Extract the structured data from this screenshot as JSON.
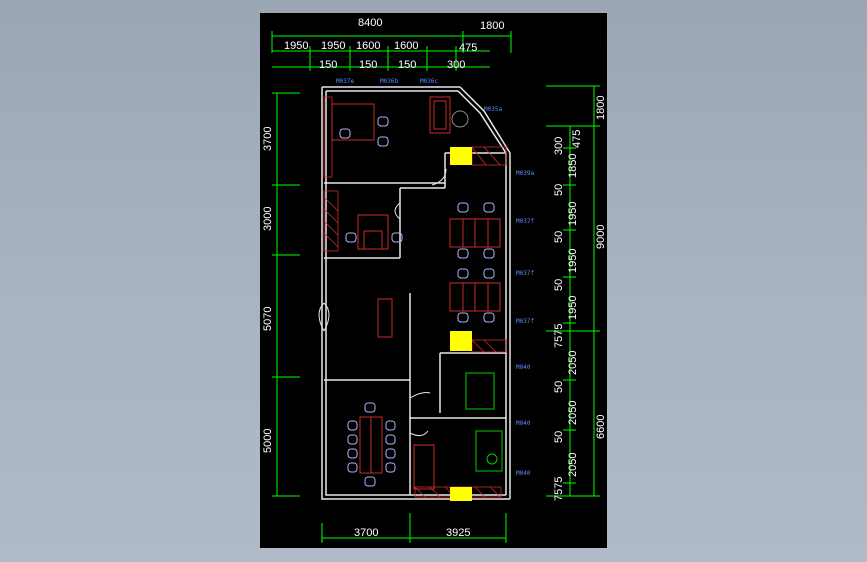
{
  "colors": {
    "background": "#a8b2bf",
    "sheet": "#000000",
    "wall": "#e8e8e8",
    "dimension_line": "#00ff00",
    "furniture": "#cc2a2a",
    "chair": "#a8b4ff",
    "label": "#5b8cff",
    "door": "#ffff00",
    "green_furniture": "#00cc00"
  },
  "dims": {
    "top_total": "8400",
    "top_right": "1800",
    "top_row": [
      "1950",
      "1950",
      "1600",
      "1600",
      "475"
    ],
    "top_small": [
      "150",
      "150",
      "150",
      "300"
    ],
    "left": [
      "3700",
      "3000",
      "5070",
      "5000"
    ],
    "right_inner": [
      "300",
      "1850",
      "50",
      "1950",
      "50",
      "1950",
      "50",
      "1950",
      "7575",
      "2050",
      "50",
      "2050",
      "50",
      "2050",
      "7575"
    ],
    "right_inner_small": [
      "475"
    ],
    "right_outer": [
      "1800",
      "9000",
      "6600"
    ],
    "bottom": [
      "3700",
      "3925"
    ]
  },
  "labels": {
    "window_top": [
      "M037e",
      "M036b",
      "M036c"
    ],
    "window_corner": "M035a",
    "window_right": [
      "M039a",
      "M037f",
      "M037f",
      "M037f",
      "M040",
      "M040",
      "M040"
    ]
  }
}
